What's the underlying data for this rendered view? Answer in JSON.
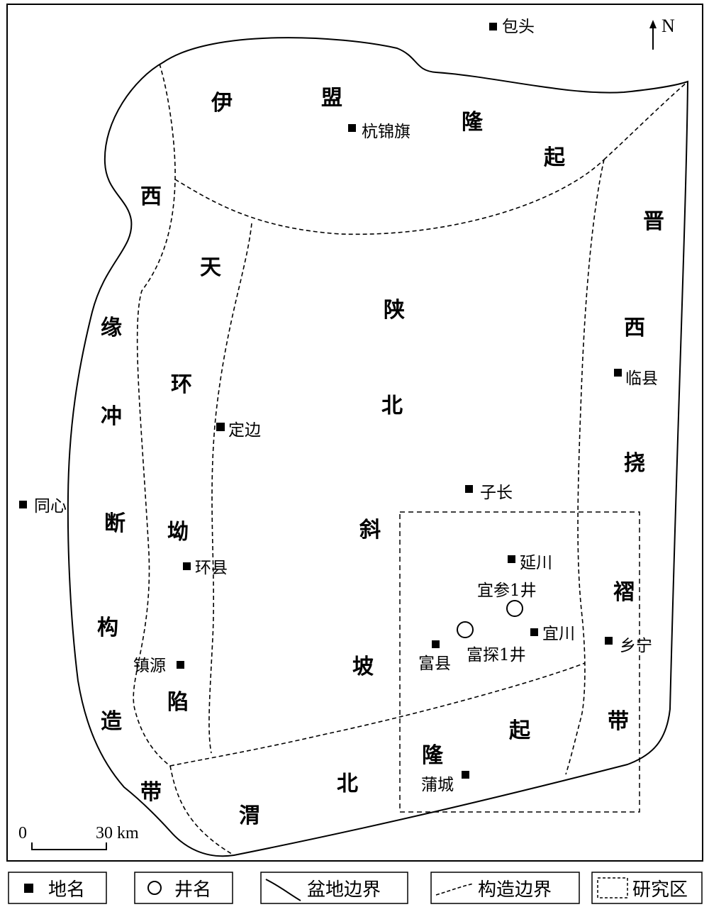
{
  "regions": {
    "yimeng_1": "伊",
    "yimeng_2": "盟",
    "yimeng_3": "隆",
    "yimeng_4": "起",
    "xiyuan_1": "西",
    "xiyuan_2": "缘",
    "xiyuan_3": "冲",
    "xiyuan_4": "断",
    "xiyuan_5": "构",
    "xiyuan_6": "造",
    "xiyuan_7": "带",
    "tianhuan_1": "天",
    "tianhuan_2": "环",
    "tianhuan_3": "坳",
    "tianhuan_4": "陷",
    "shanbei_1": "陕",
    "shanbei_2": "北",
    "shanbei_3": "斜",
    "shanbei_4": "坡",
    "jinxi_1": "晋",
    "jinxi_2": "西",
    "jinxi_3": "挠",
    "jinxi_4": "褶",
    "jinxi_5": "带",
    "weibei_1": "渭",
    "weibei_2": "北",
    "weibei_3": "隆",
    "weibei_4": "起"
  },
  "places": {
    "baotou": "包头",
    "hangjinqi": "杭锦旗",
    "dingbian": "定边",
    "tongxin": "同心",
    "huanxian": "环县",
    "zhenyuan": "镇源",
    "linxian": "临县",
    "zichang": "子长",
    "yanchuan": "延川",
    "yichuan": "宜川",
    "fuxian": "富县",
    "xiangning": "乡宁",
    "pucheng": "蒲城"
  },
  "wells": {
    "yishen1": "宜参1井",
    "futan1": "富探1井"
  },
  "north_label": "N",
  "scale": {
    "zero": "0",
    "distance": "30 km"
  },
  "legend": {
    "place_name": "地名",
    "well_name": "井名",
    "basin_boundary": "盆地边界",
    "structure_boundary": "构造边界",
    "study_area": "研究区"
  }
}
